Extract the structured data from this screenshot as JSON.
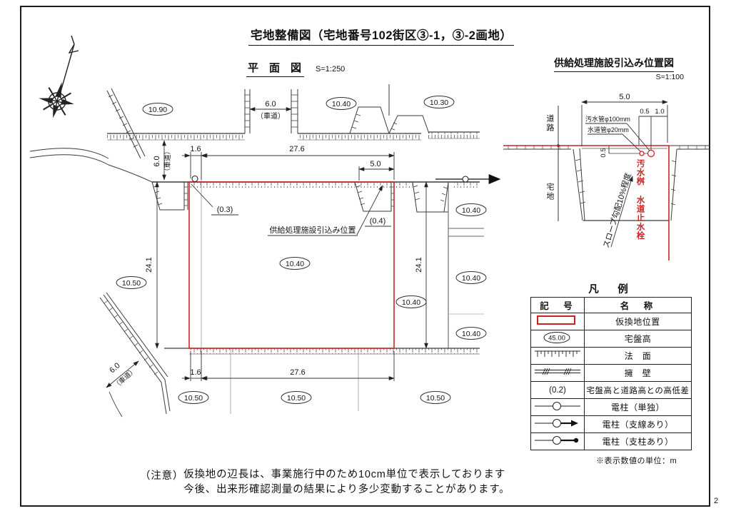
{
  "page": {
    "number": "2"
  },
  "titles": {
    "main": "宅地整備図（宅地番号102街区③-1，③-2画地）",
    "plan": "平　面　図",
    "plan_scale": "S=1:250",
    "detail": "供給処理施設引込み位置図",
    "detail_scale": "S=1:100"
  },
  "plan": {
    "elevations": [
      "10.90",
      "10.40",
      "10.30",
      "10.40",
      "10.50",
      "10.40",
      "10.40",
      "10.40",
      "10.40",
      "10.50",
      "10.50",
      "10.50"
    ],
    "dims": {
      "gap_60": "6.0",
      "gap_60_sub": "（車道）",
      "left_60": "6.0",
      "left_60_sub": "（車道）",
      "top_16": "1.6",
      "top_276": "27.6",
      "top_50": "5.0",
      "left_241": "24.1",
      "right_241": "24.1",
      "bottom_16": "1.6",
      "bottom_276": "27.6",
      "diag_60": "6.0",
      "diag_60_sub": "（車道）"
    },
    "labels": {
      "drop_left": "(0.3)",
      "drop_right": "(0.4)",
      "supply": "供給処理施設引込み位置"
    }
  },
  "detail": {
    "dims": {
      "width": "5.0",
      "offset_05": "0.5",
      "offset_10": "1.0",
      "depth": "0.5"
    },
    "labels": {
      "road": "道路",
      "lot": "宅地",
      "sewer_pipe": "汚水管φ100mm",
      "water_pipe": "水道管φ20mm",
      "sewer_basin": "汚水桝",
      "water_valve": "水道止水栓",
      "slope": "スロープ勾配10%程度"
    }
  },
  "legend": {
    "title": "凡　例",
    "headers": {
      "symbol": "記　号",
      "name": "名　称"
    },
    "rows": [
      {
        "symbol_text": "",
        "name": "仮換地位置"
      },
      {
        "symbol_text": "45.00",
        "name": "宅盤高"
      },
      {
        "symbol_text": "",
        "name": "法　面"
      },
      {
        "symbol_text": "",
        "name": "擁　壁"
      },
      {
        "symbol_text": "(0.2)",
        "name": "宅盤高と道路高との高低差"
      },
      {
        "symbol_text": "",
        "name": "電柱（単独）"
      },
      {
        "symbol_text": "",
        "name": "電柱（支線あり）"
      },
      {
        "symbol_text": "",
        "name": "電柱（支柱あり）"
      }
    ],
    "unit_note": "※表示数値の単位：m"
  },
  "note": {
    "label": "（注意）",
    "line1": "仮換地の辺長は、事業施行中のため10cm単位で表示しております",
    "line2": "今後、出来形確認測量の結果により多少変動することがあります。"
  },
  "colors": {
    "accent_red": "#cc2222",
    "line": "#333333"
  }
}
